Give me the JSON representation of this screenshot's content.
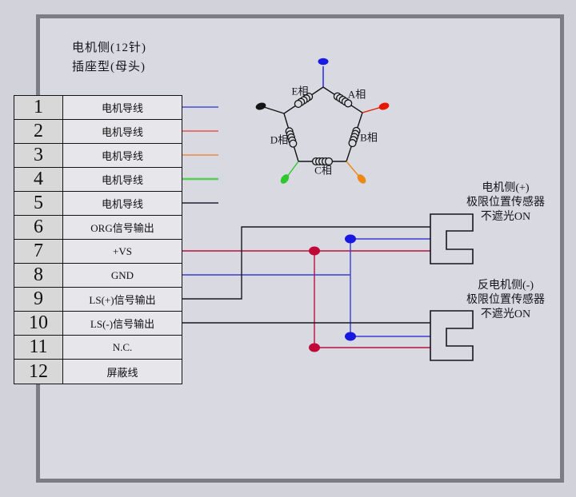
{
  "title": {
    "line1": "电机侧(12针)",
    "line2": "插座型(母头)"
  },
  "pin_table": {
    "rows": [
      {
        "pin": "1",
        "label": "电机导线",
        "wire": "blue"
      },
      {
        "pin": "2",
        "label": "电机导线",
        "wire": "red"
      },
      {
        "pin": "3",
        "label": "电机导线",
        "wire": "orange"
      },
      {
        "pin": "4",
        "label": "电机导线",
        "wire": "green"
      },
      {
        "pin": "5",
        "label": "电机导线",
        "wire": "black"
      },
      {
        "pin": "6",
        "label": "ORG信号输出",
        "wire": "none"
      },
      {
        "pin": "7",
        "label": "+VS",
        "wire": "crimson"
      },
      {
        "pin": "8",
        "label": "GND",
        "wire": "blue"
      },
      {
        "pin": "9",
        "label": "LS(+)信号输出",
        "wire": "black"
      },
      {
        "pin": "10",
        "label": "LS(-)信号输出",
        "wire": "black"
      },
      {
        "pin": "11",
        "label": "N.C.",
        "wire": "none"
      },
      {
        "pin": "12",
        "label": "屏蔽线",
        "wire": "none"
      }
    ]
  },
  "winding": {
    "type": "pentagon-5-phase",
    "phases": [
      {
        "label": "A相"
      },
      {
        "label": "B相"
      },
      {
        "label": "C相"
      },
      {
        "label": "D相"
      },
      {
        "label": "E相"
      }
    ]
  },
  "sensors": [
    {
      "line1": "电机侧(+)",
      "line2": "极限位置传感器",
      "line3": "不遮光ON"
    },
    {
      "line1": "反电机侧(-)",
      "line2": "极限位置传感器",
      "line3": "不遮光ON"
    }
  ],
  "colors": {
    "wire_blue": "#4a4ad0",
    "wire_red": "#e85454",
    "wire_orange": "#e88c46",
    "wire_green": "#54d054",
    "wire_black": "#202030",
    "signal_crimson": "#b81040",
    "signal_blue": "#3c3ccf",
    "signal_black": "#181820",
    "dot_crimson": "#c00838",
    "dot_blue": "#1818e0",
    "lead_blue": "#1a1ae6",
    "lead_red": "#e81800",
    "lead_orange": "#ee8814",
    "lead_green": "#2cc82c",
    "lead_black": "#141414",
    "outline": "#16161e"
  }
}
